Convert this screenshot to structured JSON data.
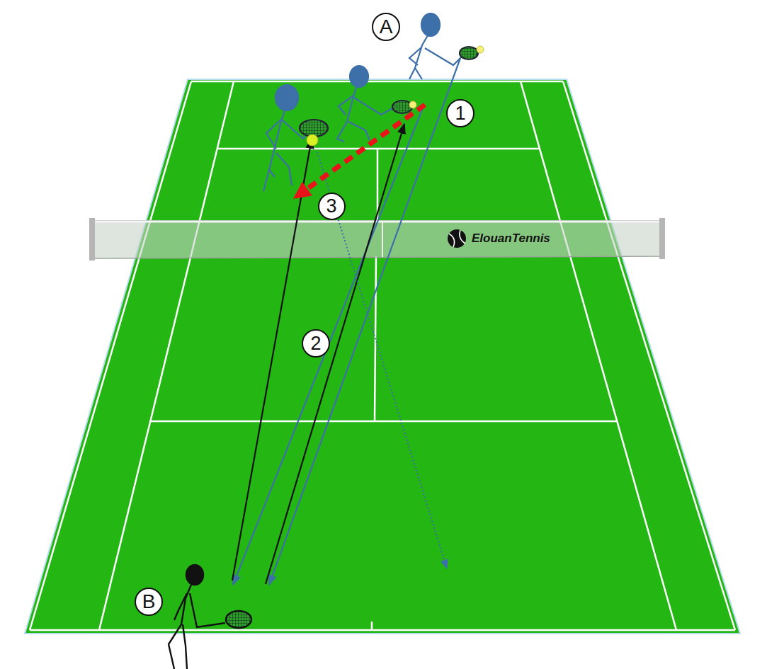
{
  "diagram": {
    "nodes": [
      {
        "text": [
          "A"
        ]
      },
      {
        "text": [
          "1"
        ]
      },
      {
        "text": [
          "3"
        ]
      },
      {
        "text": [
          "2"
        ]
      },
      {
        "text": [
          "B"
        ]
      }
    ],
    "labels": [
      "ElouanTennis"
    ]
  }
}
